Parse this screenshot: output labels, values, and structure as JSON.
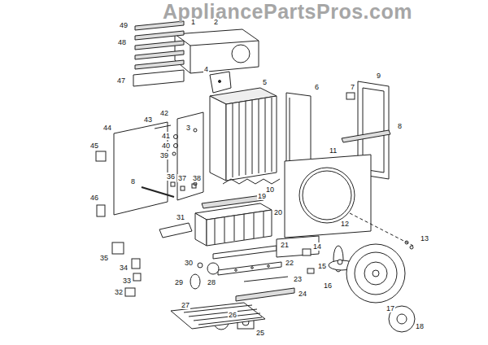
{
  "diagram": {
    "labels": [
      "AppliancePartsPros.com",
      "1",
      "2",
      "49",
      "48",
      "4",
      "9",
      "5",
      "6",
      "7",
      "47",
      "42",
      "43",
      "3",
      "44",
      "8",
      "41",
      "40",
      "39",
      "45",
      "11",
      "38",
      "37",
      "36",
      "8",
      "10",
      "19",
      "46",
      "20",
      "31",
      "12",
      "13",
      "21",
      "14",
      "35",
      "30",
      "15",
      "22",
      "34",
      "29",
      "28",
      "33",
      "23",
      "16",
      "32",
      "24",
      "17",
      "27",
      "26",
      "18",
      "25"
    ]
  }
}
